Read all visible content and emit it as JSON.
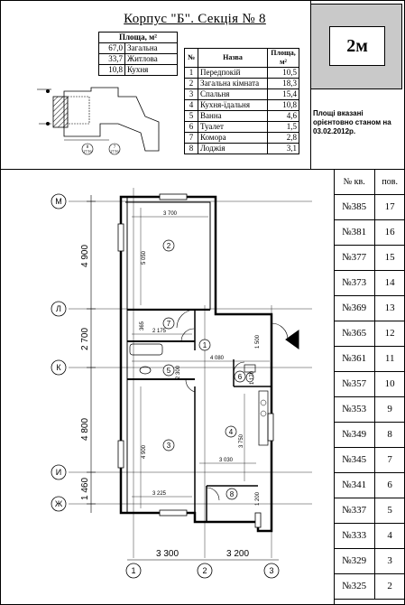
{
  "header": {
    "title": "Корпус \"Б\".  Секція № 8"
  },
  "area": {
    "heading": "Площа, м²",
    "rows": [
      {
        "value": "67,0",
        "label": "Загальна"
      },
      {
        "value": "33,7",
        "label": "Житлова"
      },
      {
        "value": "10,8",
        "label": "Кухня"
      }
    ]
  },
  "rooms": {
    "headers": {
      "num": "№",
      "name": "Назва",
      "area": "Площа, м²"
    },
    "rows": [
      {
        "num": "1",
        "name": "Передпокій",
        "area": "10,5"
      },
      {
        "num": "2",
        "name": "Загальна кімната",
        "area": "18,3"
      },
      {
        "num": "3",
        "name": "Спальня",
        "area": "15,4"
      },
      {
        "num": "4",
        "name": "Кухня-їдальня",
        "area": "10,8"
      },
      {
        "num": "5",
        "name": "Ванна",
        "area": "4,6"
      },
      {
        "num": "6",
        "name": "Туалет",
        "area": "1,5"
      },
      {
        "num": "7",
        "name": "Комора",
        "area": "2,8"
      },
      {
        "num": "8",
        "name": "Лоджія",
        "area": "3,1"
      }
    ]
  },
  "apartment_code": "2м",
  "note": "Площі вказані орієнтовно станом на 03.02.2012р.",
  "floors_list": {
    "headers": {
      "apt": "№ кв.",
      "floor": "пов."
    },
    "rows": [
      {
        "apt": "№385",
        "floor": "17"
      },
      {
        "apt": "№381",
        "floor": "16"
      },
      {
        "apt": "№377",
        "floor": "15"
      },
      {
        "apt": "№373",
        "floor": "14"
      },
      {
        "apt": "№369",
        "floor": "13"
      },
      {
        "apt": "№365",
        "floor": "12"
      },
      {
        "apt": "№361",
        "floor": "11"
      },
      {
        "apt": "№357",
        "floor": "10"
      },
      {
        "apt": "№353",
        "floor": "9"
      },
      {
        "apt": "№349",
        "floor": "8"
      },
      {
        "apt": "№345",
        "floor": "7"
      },
      {
        "apt": "№341",
        "floor": "6"
      },
      {
        "apt": "№337",
        "floor": "5"
      },
      {
        "apt": "№333",
        "floor": "4"
      },
      {
        "apt": "№329",
        "floor": "3"
      },
      {
        "apt": "№325",
        "floor": "2"
      }
    ]
  },
  "plan": {
    "axes_rows": [
      "М",
      "Л",
      "К",
      "И",
      "Ж"
    ],
    "axes_cols": [
      "1",
      "2",
      "3"
    ],
    "dims_left": [
      "4 900",
      "2 700",
      "4 800",
      "1 460"
    ],
    "dims_bottom": [
      "3 300",
      "3 200"
    ],
    "dims_inner": {
      "d3700": "3 700",
      "d5050": "5 050",
      "d365": "365",
      "d2175": "2 175",
      "d4080": "4 080",
      "d1500": "1 500",
      "d2300": "2 300",
      "d1170": "1 170",
      "d3750": "3 750",
      "d4900": "4 900",
      "d3030": "3 030",
      "d3225": "3 225",
      "d1200": "1 200"
    },
    "room_numbers": [
      "1",
      "2",
      "3",
      "4",
      "5",
      "6",
      "7",
      "8"
    ],
    "keyplan_labels": {
      "a": "8",
      "a_sub": "27/16",
      "b": "7",
      "b_sub": "27/16"
    }
  }
}
